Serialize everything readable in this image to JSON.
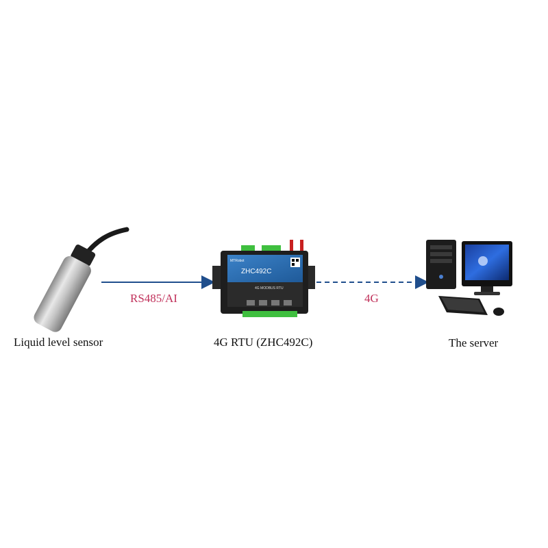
{
  "nodes": {
    "sensor": {
      "label": "Liquid level sensor"
    },
    "rtu": {
      "label": "4G RTU (ZHC492C)",
      "model": "ZHC492C",
      "subtitle": "4G MODBUS RTU",
      "brand": "MTRobot"
    },
    "server": {
      "label": "The server"
    }
  },
  "links": {
    "sensor_to_rtu": {
      "label": "RS485/AI",
      "style": "solid"
    },
    "rtu_to_server": {
      "label": "4G",
      "style": "dashed"
    }
  },
  "colors": {
    "arrow": "#1f4e8c",
    "link_label": "#c0305a",
    "rtu_panel": "#2c6fb5",
    "terminal": "#3fbf3f"
  }
}
